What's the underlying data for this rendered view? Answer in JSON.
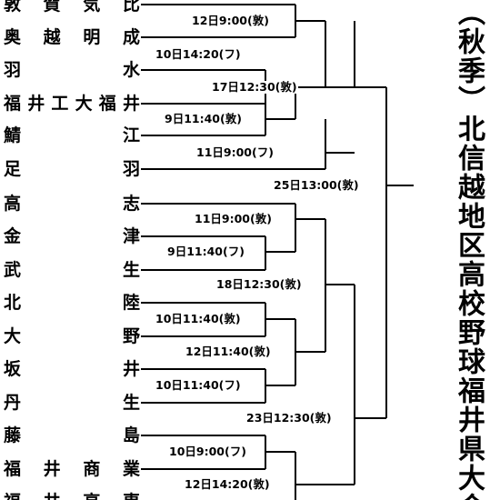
{
  "title": "（秋季）北信越地区高校野球福井県大会",
  "teams": [
    {
      "chars": [
        "敦",
        "賀",
        "気",
        "比"
      ]
    },
    {
      "chars": [
        "奥",
        "越",
        "明",
        "成"
      ]
    },
    {
      "chars": [
        "羽",
        "",
        "",
        "水"
      ]
    },
    {
      "chars": [
        "福",
        "井",
        "工",
        "大",
        "福",
        "井"
      ]
    },
    {
      "chars": [
        "鯖",
        "",
        "",
        "江"
      ]
    },
    {
      "chars": [
        "足",
        "",
        "",
        "羽"
      ]
    },
    {
      "chars": [
        "高",
        "",
        "",
        "志"
      ]
    },
    {
      "chars": [
        "金",
        "",
        "",
        "津"
      ]
    },
    {
      "chars": [
        "武",
        "",
        "",
        "生"
      ]
    },
    {
      "chars": [
        "北",
        "",
        "",
        "陸"
      ]
    },
    {
      "chars": [
        "大",
        "",
        "",
        "野"
      ]
    },
    {
      "chars": [
        "坂",
        "",
        "",
        "井"
      ]
    },
    {
      "chars": [
        "丹",
        "",
        "",
        "生"
      ]
    },
    {
      "chars": [
        "藤",
        "",
        "",
        "島"
      ]
    },
    {
      "chars": [
        "福",
        "井",
        "商",
        "業"
      ]
    },
    {
      "chars": [
        "福",
        "井",
        "高",
        "専"
      ]
    }
  ],
  "games": [
    "12日9:00(敦)",
    "10日14:20(フ)",
    "17日12:30(敦)",
    "9日11:40(敦)",
    "11日9:00(フ)",
    "25日13:00(敦)",
    "11日9:00(敦)",
    "9日11:40(フ)",
    "18日12:30(敦)",
    "10日11:40(敦)",
    "12日11:40(敦)",
    "10日11:40(フ)",
    "23日12:30(敦)",
    "10日9:00(フ)",
    "12日14:20(敦)"
  ]
}
